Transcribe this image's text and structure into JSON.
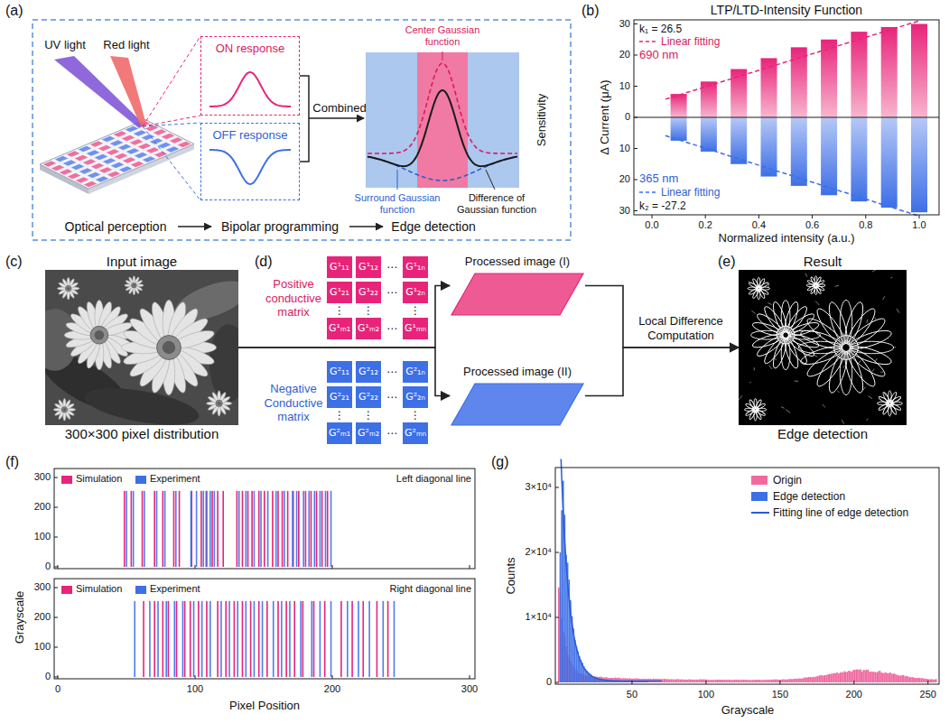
{
  "diagram": {
    "nodes": [
      {
        "text": [
          "ON response"
        ]
      },
      {
        "text": [
          "OFF response"
        ]
      },
      {
        "text": [
          "Input image",
          "300×300 pixel distribution"
        ]
      },
      {
        "text": [
          "G¹₁₁"
        ]
      },
      {
        "text": [
          "G¹₁₂"
        ]
      },
      {
        "text": [
          "G¹₁ₙ"
        ]
      },
      {
        "text": [
          "G¹₂₁"
        ]
      },
      {
        "text": [
          "G¹₂₂"
        ]
      },
      {
        "text": [
          "G¹₂ₙ"
        ]
      },
      {
        "text": [
          "G¹ₘ₁"
        ]
      },
      {
        "text": [
          "G¹ₘ₂"
        ]
      },
      {
        "text": [
          "G¹ₘₙ"
        ]
      },
      {
        "text": [
          "G²₁₁"
        ]
      },
      {
        "text": [
          "G²₁₂"
        ]
      },
      {
        "text": [
          "G²₁ₙ"
        ]
      },
      {
        "text": [
          "G²₂₁"
        ]
      },
      {
        "text": [
          "G²₂₂"
        ]
      },
      {
        "text": [
          "G²₂ₙ"
        ]
      },
      {
        "text": [
          "G²ₘ₁"
        ]
      },
      {
        "text": [
          "G²ₘ₂"
        ]
      },
      {
        "text": [
          "G²ₘₙ"
        ]
      },
      {
        "text": [
          "Processed image (I)"
        ]
      },
      {
        "text": [
          "Processed image (II)"
        ]
      },
      {
        "text": [
          "Result",
          "Edge detection"
        ]
      }
    ],
    "edges": [
      {
        "from": 2,
        "to": 21,
        "arrow": "to"
      },
      {
        "from": 2,
        "to": 22,
        "arrow": "to"
      },
      {
        "from": 21,
        "to": 23,
        "label": "Local Difference Computation",
        "arrow": "to"
      },
      {
        "from": 22,
        "to": 23,
        "arrow": "to"
      }
    ],
    "labels": [
      "(a)",
      "UV light",
      "Red light",
      "Combined",
      "Center Gaussian function",
      "Surround Gaussian function",
      "Difference of Gaussian function",
      "Sensitivity",
      "Optical perception",
      "Bipolar programming",
      "Edge detection",
      "(b)",
      "LTP/LTD-Intensity Function",
      "k₁ = 26.5",
      "690 nm",
      "365 nm",
      "k₂ = -27.2",
      "30",
      "20",
      "10",
      "0",
      "10",
      "20",
      "30",
      "0.0",
      "0.2",
      "0.4",
      "0.6",
      "0.8",
      "1.0",
      "Normalized intensity (a.u.)",
      "Δ Current (μA)",
      "(c)",
      "(d)",
      "Positive conductive matrix",
      "Negative Conductive matrix",
      "⋯",
      "⋯",
      "⋮",
      "⋮",
      "⋮",
      "⋯",
      "⋯",
      "⋯",
      "⋮",
      "⋮",
      "⋮",
      "⋯",
      "(e)",
      "(f)",
      "Left diagonal line",
      "Right diagonal line",
      "0",
      "100",
      "200",
      "300",
      "0",
      "100",
      "200",
      "300",
      "0",
      "100",
      "200",
      "300",
      "Grayscale",
      "Pixel Position",
      "(g)",
      "0",
      "1×10⁴",
      "2×10⁴",
      "3×10⁴",
      "50",
      "100",
      "150",
      "200",
      "250",
      "Counts",
      "Grayscale"
    ],
    "legend": [
      {
        "text": "Linear fitting"
      },
      {
        "text": "Linear fitting"
      },
      {
        "text": "Simulation",
        "color": "#e8247a"
      },
      {
        "text": "Experiment",
        "color": "#3d6fe6"
      },
      {
        "text": "Simulation",
        "color": "#e8247a"
      },
      {
        "text": "Experiment",
        "color": "#3d6fe6"
      },
      {
        "text": "Origin",
        "color": "#f06aa0"
      },
      {
        "text": "Edge detection",
        "color": "#3d6fe6"
      },
      {
        "text": "Fitting line of edge detection"
      }
    ]
  }
}
